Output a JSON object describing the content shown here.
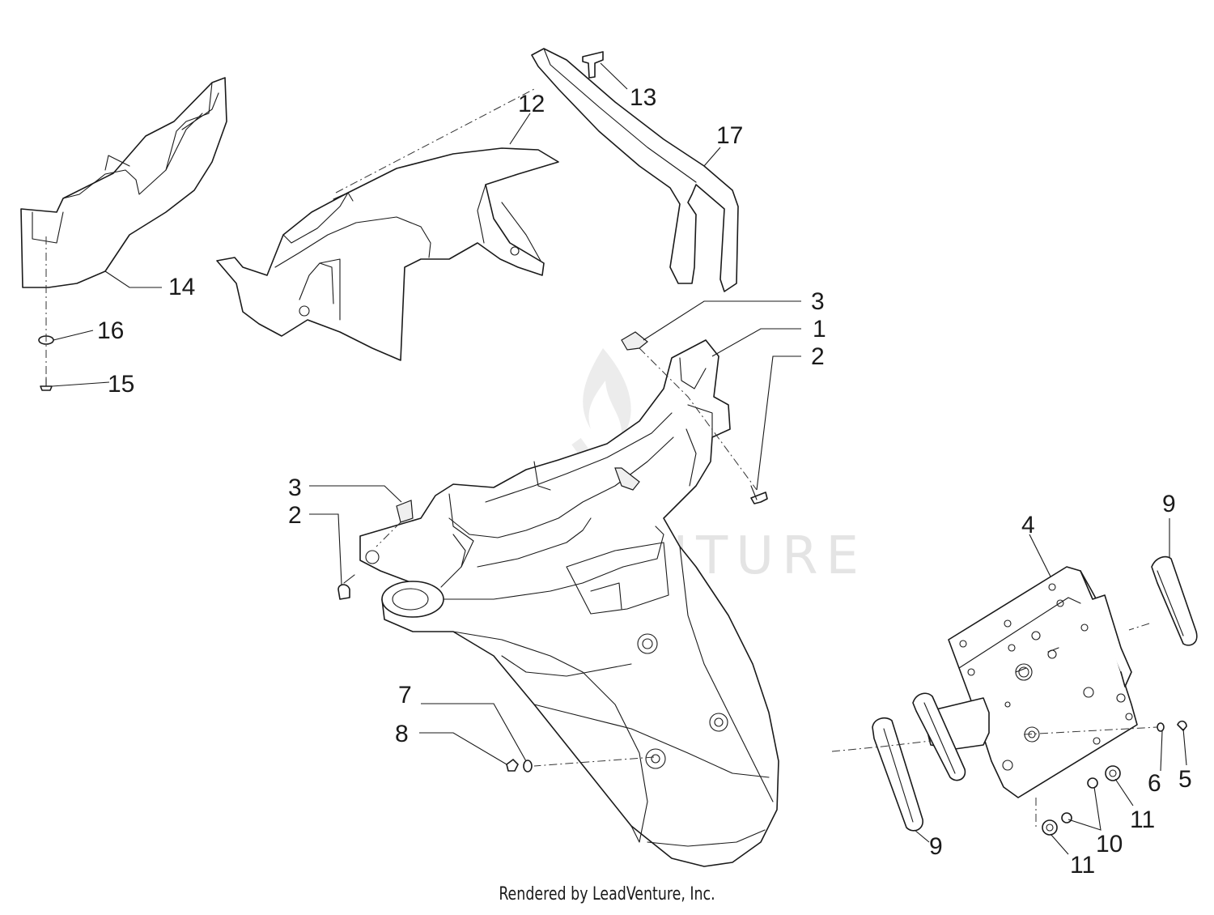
{
  "watermark": "LEADVENTURE",
  "footer": "Rendered by LeadVenture, Inc.",
  "callouts": [
    {
      "id": "c13",
      "label": "13"
    },
    {
      "id": "c12",
      "label": "12"
    },
    {
      "id": "c17",
      "label": "17"
    },
    {
      "id": "c14",
      "label": "14"
    },
    {
      "id": "c16",
      "label": "16"
    },
    {
      "id": "c15",
      "label": "15"
    },
    {
      "id": "c3a",
      "label": "3"
    },
    {
      "id": "c1",
      "label": "1"
    },
    {
      "id": "c2a",
      "label": "2"
    },
    {
      "id": "c3b",
      "label": "3"
    },
    {
      "id": "c2b",
      "label": "2"
    },
    {
      "id": "c9a",
      "label": "9"
    },
    {
      "id": "c4",
      "label": "4"
    },
    {
      "id": "c7",
      "label": "7"
    },
    {
      "id": "c8",
      "label": "8"
    },
    {
      "id": "c6",
      "label": "6"
    },
    {
      "id": "c5",
      "label": "5"
    },
    {
      "id": "c11a",
      "label": "11"
    },
    {
      "id": "c10",
      "label": "10"
    },
    {
      "id": "c9b",
      "label": "9"
    },
    {
      "id": "c11b",
      "label": "11"
    }
  ]
}
